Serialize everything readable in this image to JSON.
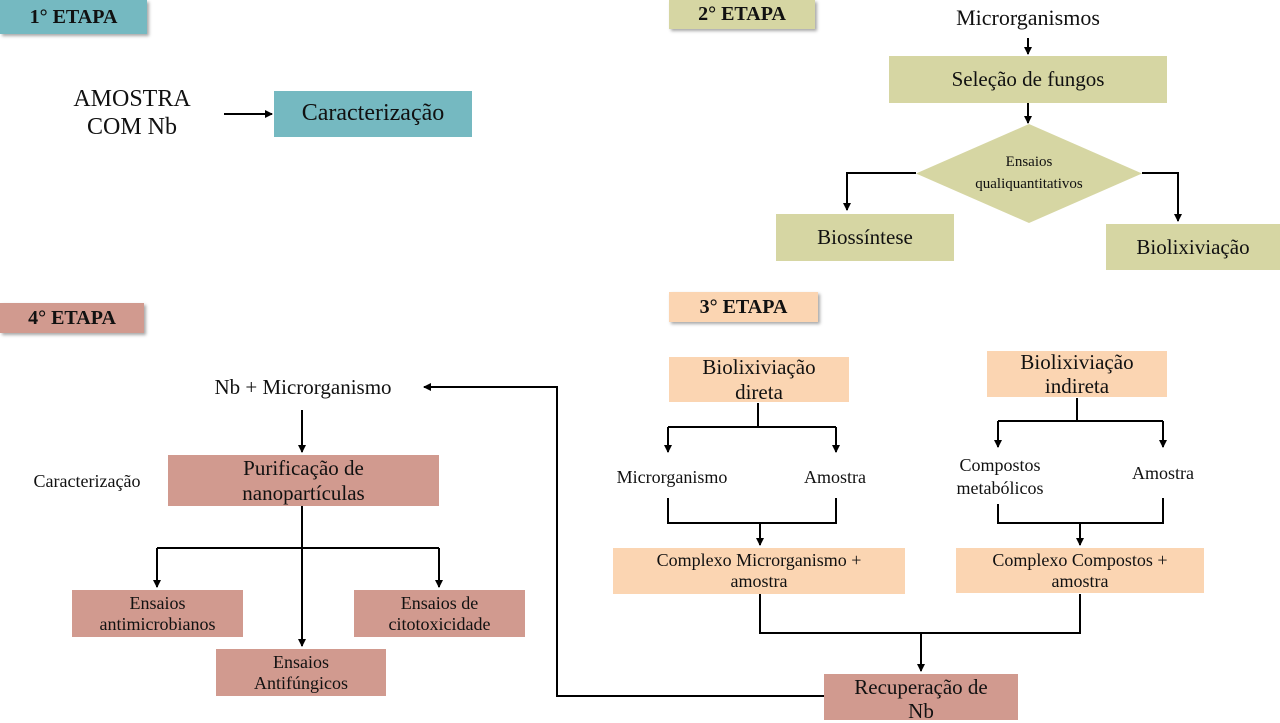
{
  "stages": {
    "s1": "1° ETAPA",
    "s2": "2° ETAPA",
    "s3": "3° ETAPA",
    "s4": "4° ETAPA"
  },
  "etapa1": {
    "sample_line1": "AMOSTRA",
    "sample_line2": "COM Nb",
    "characterization": "Caracterização"
  },
  "etapa2": {
    "microorganisms": "Microrganismos",
    "fungi_selection": "Seleção de fungos",
    "assays_line1": "Ensaios",
    "assays_line2": "qualiquantitativos",
    "biosynthesis": "Biossíntese",
    "bioleaching": "Biolixiviação"
  },
  "etapa3": {
    "direct_line1": "Biolixiviação",
    "direct_line2": "direta",
    "indirect_line1": "Biolixiviação",
    "indirect_line2": "indireta",
    "microorganism": "Microrganismo",
    "sample_direct": "Amostra",
    "compounds_line1": "Compostos",
    "compounds_line2": "metabólicos",
    "sample_indirect": "Amostra",
    "complex_micro_line1": "Complexo Microrganismo +",
    "complex_micro_line2": "amostra",
    "complex_comp_line1": "Complexo Compostos +",
    "complex_comp_line2": "amostra",
    "recovery_line1": "Recuperação de",
    "recovery_line2": "Nb"
  },
  "etapa4": {
    "nb_micro": "Nb + Microrganismo",
    "characterization": "Caracterização",
    "purification_line1": "Purificação de",
    "purification_line2": "nanopartículas",
    "antimicrobial_line1": "Ensaios",
    "antimicrobial_line2": "antimicrobianos",
    "antifungal_line1": "Ensaios",
    "antifungal_line2": "Antifúngicos",
    "cytotoxicity_line1": "Ensaios de",
    "cytotoxicity_line2": "citotoxicidade"
  }
}
